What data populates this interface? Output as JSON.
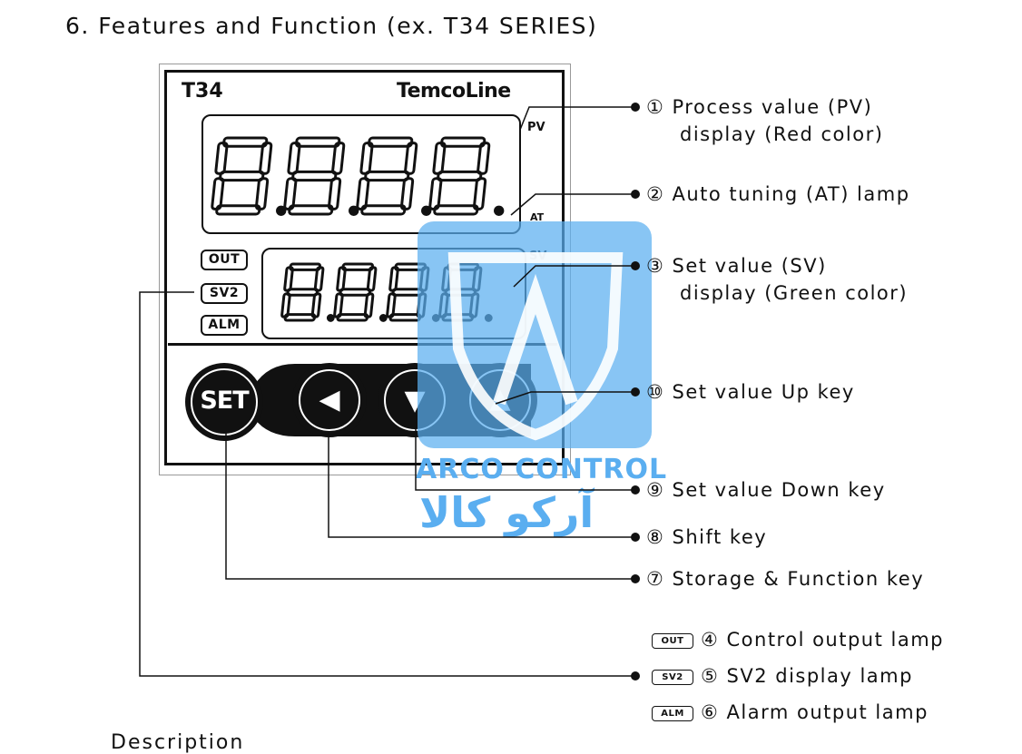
{
  "title": "6. Features and Function (ex. T34 SERIES)",
  "device": {
    "model": "T34",
    "brand": "TemcoLine",
    "pv_tag": "PV",
    "sv_tag": "SV",
    "at_tag": "AT",
    "lamps": [
      "OUT",
      "SV2",
      "ALM"
    ],
    "keys": {
      "set": "SET",
      "shift": "◀",
      "down": "▼",
      "up": "▲"
    }
  },
  "callouts": [
    {
      "line1": "① Process value (PV)",
      "line2": "display (Red color)"
    },
    {
      "line1": "② Auto tuning (AT) lamp",
      "line2": ""
    },
    {
      "line1": "③ Set value (SV)",
      "line2": "display (Green color)"
    },
    {
      "line1": "⑩ Set value Up key",
      "line2": ""
    },
    {
      "line1": "⑨ Set value Down key",
      "line2": ""
    },
    {
      "line1": "⑧ Shift key",
      "line2": ""
    },
    {
      "line1": "⑦ Storage & Function key",
      "line2": ""
    },
    {
      "lamp": "OUT",
      "line1": "④ Control output lamp",
      "line2": ""
    },
    {
      "lamp": "SV2",
      "line1": "⑤ SV2 display lamp",
      "line2": ""
    },
    {
      "lamp": "ALM",
      "line1": "⑥ Alarm output lamp",
      "line2": ""
    }
  ],
  "watermark": {
    "latin": "ARCO CONTROL",
    "persian": "آرکو کالا",
    "color": "#5aaef0"
  },
  "trailing_text": "Description"
}
